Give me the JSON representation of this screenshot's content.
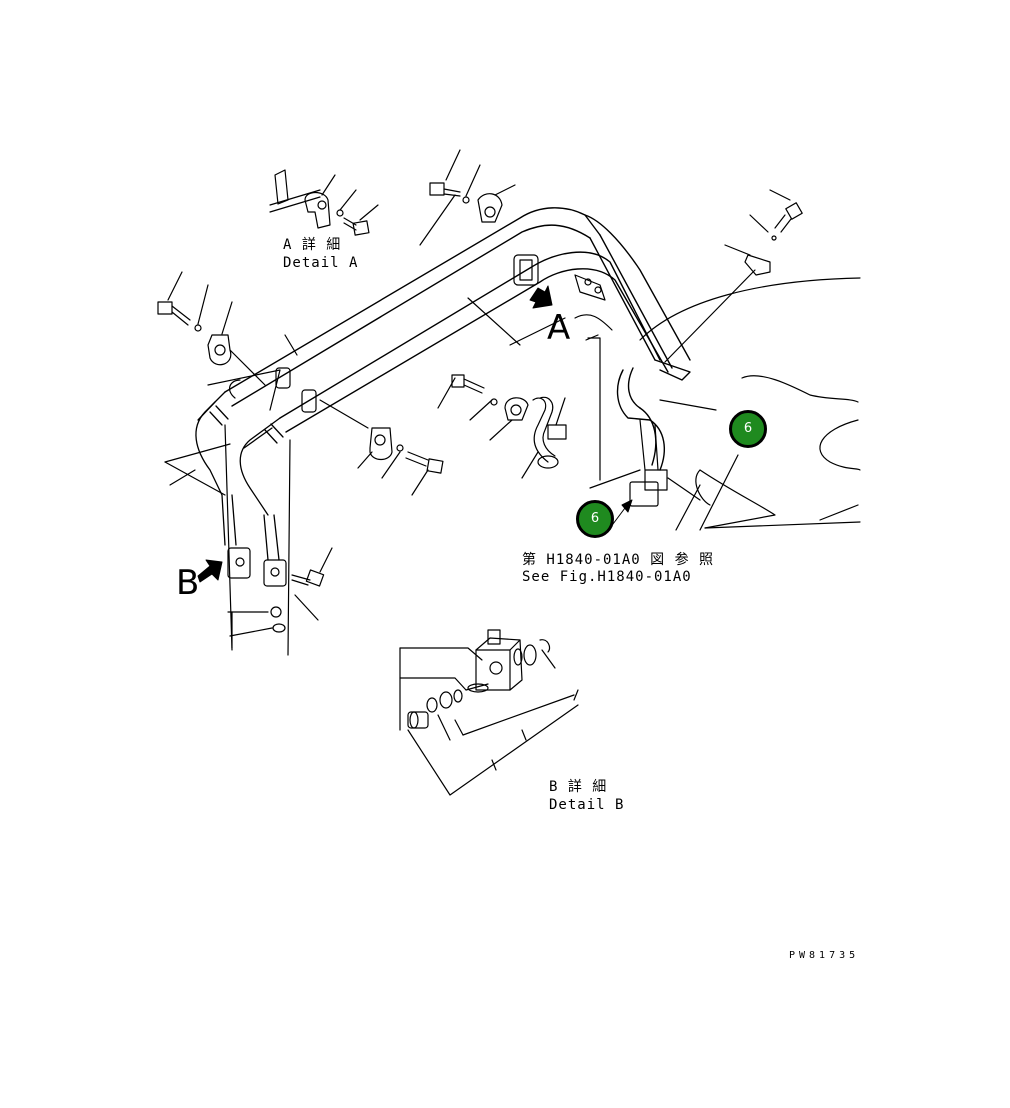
{
  "detail_a": {
    "title_jp": "A 詳 細",
    "title_en": "Detail A"
  },
  "detail_b": {
    "title_jp": "B 詳 細",
    "title_en": "Detail B"
  },
  "view_markers": {
    "a": "A",
    "b": "B"
  },
  "reference": {
    "jp": "第 H1840-01A0 図 参 照",
    "en": "See Fig.H1840-01A0"
  },
  "callouts": [
    {
      "label": "6"
    },
    {
      "label": "6"
    }
  ],
  "drawing_code": "PW81735",
  "colors": {
    "callout_fill": "#1f8a1f",
    "line": "#000000",
    "background": "#ffffff"
  }
}
